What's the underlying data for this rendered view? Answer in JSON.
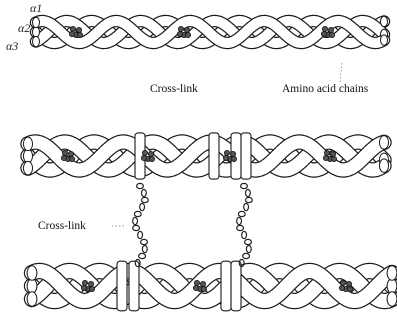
{
  "figure": {
    "top_helix": {
      "chain_labels": [
        "α1",
        "α2",
        "α3"
      ],
      "crosslink_label": "Cross-link",
      "chains_label": "Amino acid chains"
    },
    "bottom_pair": {
      "crosslink_label": "Cross-link"
    }
  }
}
